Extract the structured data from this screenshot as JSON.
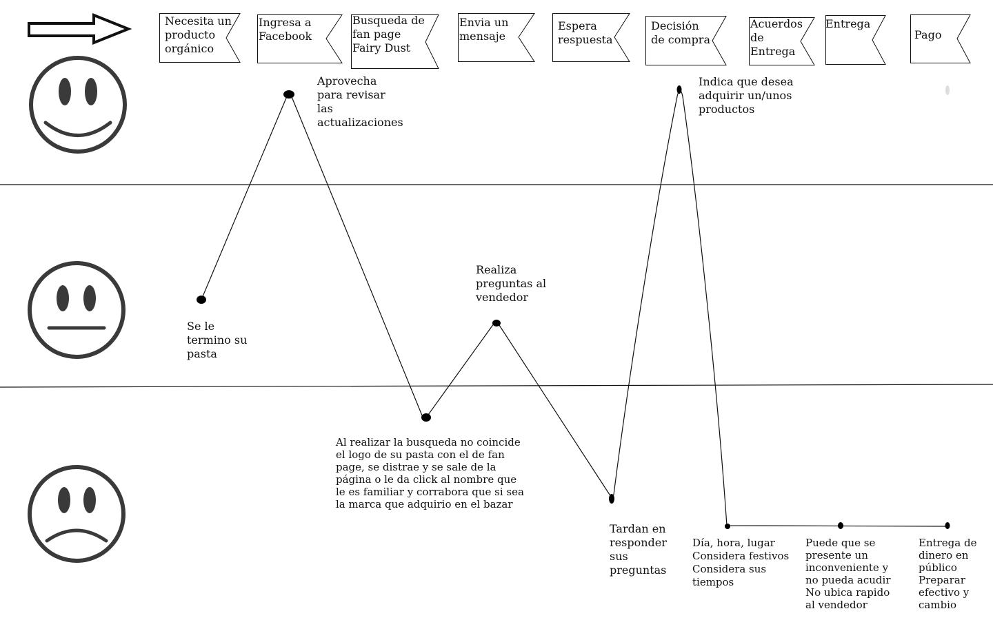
{
  "stages": [
    {
      "label": "Necesita un\nproducto\norgánico"
    },
    {
      "label": "Ingresa a\nFacebook"
    },
    {
      "label": "Busqueda de\nfan page\nFairy Dust"
    },
    {
      "label": "Envia un\nmensaje"
    },
    {
      "label": "Espera\nrespuesta"
    },
    {
      "label": "Decisión\nde compra"
    },
    {
      "label": "Acuerdos\nde\nEntrega"
    },
    {
      "label": "Entrega"
    },
    {
      "label": "Pago"
    }
  ],
  "emotion_levels": [
    {
      "icon": "happy-face-icon"
    },
    {
      "icon": "neutral-face-icon"
    },
    {
      "icon": "sad-face-icon"
    }
  ],
  "notes": {
    "n1": "Se le\ntermino su\npasta",
    "n2": "Aprovecha\npara revisar\nlas\nactualizaciones",
    "n3": "Al realizar la busqueda no coincide\nel logo de su pasta con el de fan\npage, se distrae y se sale de la\npágina o le da click al nombre que\nle es familiar y corrabora que si sea\nla marca que adquirio en el bazar",
    "n4": "Realiza\npreguntas al\nvendedor",
    "n5": "Tardan en\nresponder\nsus\npreguntas",
    "n6": "Indica que desea\nadquirir un/unos\nproductos",
    "n7": "Día, hora, lugar\nConsidera festivos\nConsidera sus\ntiempos",
    "n8": "Puede que se\npresente un\ninconveniente y\nno pueda acudir\nNo ubica rapido\nal vendedor",
    "n9": "Entrega de\ndinero en\npúblico\nPreparar\nefectivo y\ncambio"
  },
  "colors": {
    "line": "#111111",
    "face": "#3a3a3a"
  }
}
